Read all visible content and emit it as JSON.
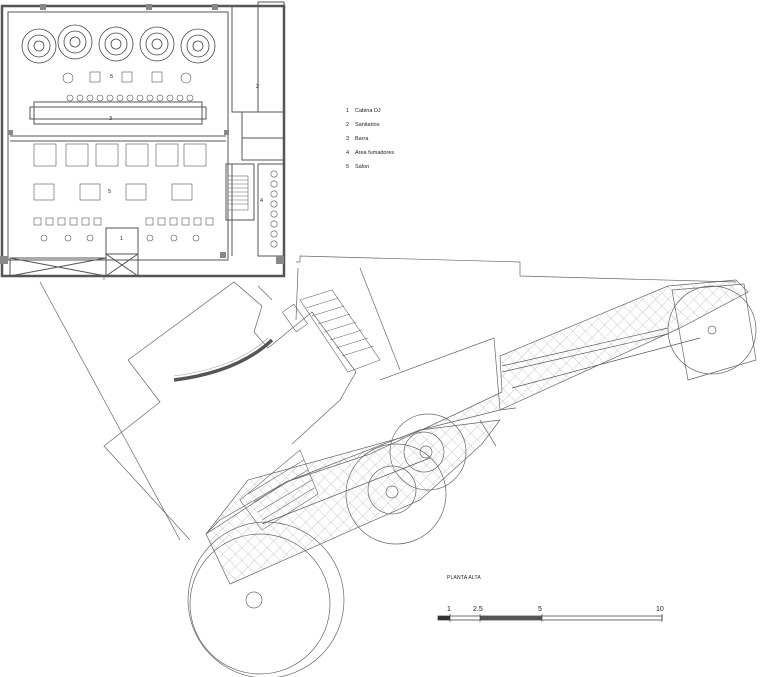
{
  "legend": {
    "items": [
      {
        "num": "1",
        "label": "Cabina DJ"
      },
      {
        "num": "2",
        "label": "Sanitarios"
      },
      {
        "num": "3",
        "label": "Barra"
      },
      {
        "num": "4",
        "label": "Area fumadores"
      },
      {
        "num": "5",
        "label": "Salon"
      }
    ]
  },
  "plan_title": "PLANTA ALTA",
  "scale_bar": {
    "ticks": [
      "1",
      "2.5",
      "5",
      "10"
    ]
  },
  "room_labels": {
    "r1": "1",
    "r2": "2",
    "r3": "3",
    "r4": "4",
    "r5a": "5",
    "r5b": "5"
  }
}
